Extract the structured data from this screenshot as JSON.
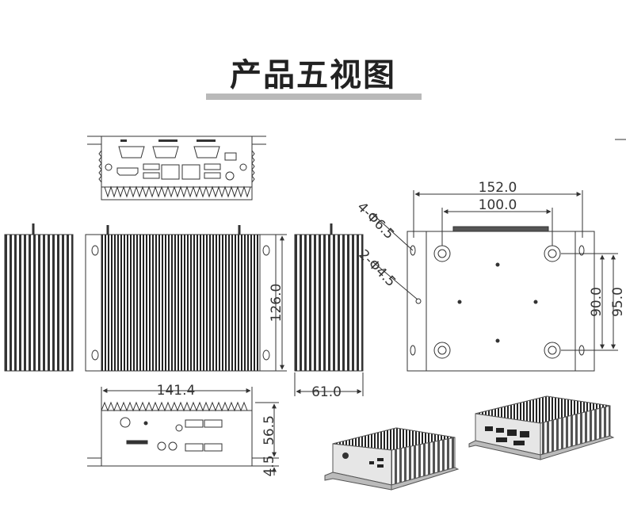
{
  "header": {
    "title": "产品五视图"
  },
  "dimensions": {
    "width_total": "152.0",
    "width_inner": "100.0",
    "mount_large": "4-Φ6.5",
    "mount_small": "2-Φ4.5",
    "depth_inner": "90.0",
    "depth_total": "95.0",
    "height_side": "126.0",
    "height_body": "61.0",
    "front_width": "141.4",
    "front_height": "56.5",
    "foot_height": "4.5"
  }
}
